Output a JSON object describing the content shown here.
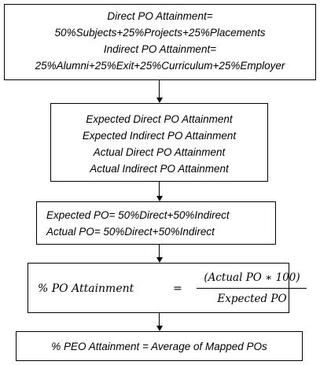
{
  "box1": {
    "lines": [
      "Direct PO Attainment=",
      "50%Subjects+25%Projects+25%Placements",
      "Indirect PO Attainment=",
      "25%Alumni+25%Exit+25%Curriculum+25%Employer"
    ]
  },
  "box2": {
    "lines": [
      "Expected Direct PO Attainment",
      "Expected Indirect PO Attainment",
      "Actual Direct PO Attainment",
      "Actual Indirect PO Attainment"
    ]
  },
  "box3": {
    "lines": [
      "Expected PO= 50%Direct+50%Indirect",
      "Actual PO= 50%Direct+50%Indirect"
    ]
  },
  "box4": {
    "lhs": "% PO Attainment",
    "equals": "=",
    "numerator": "(Actual PO ∗ 100)",
    "denominator": "Expected PO"
  },
  "box5": {
    "text": "% PEO Attainment = Average of Mapped POs"
  }
}
